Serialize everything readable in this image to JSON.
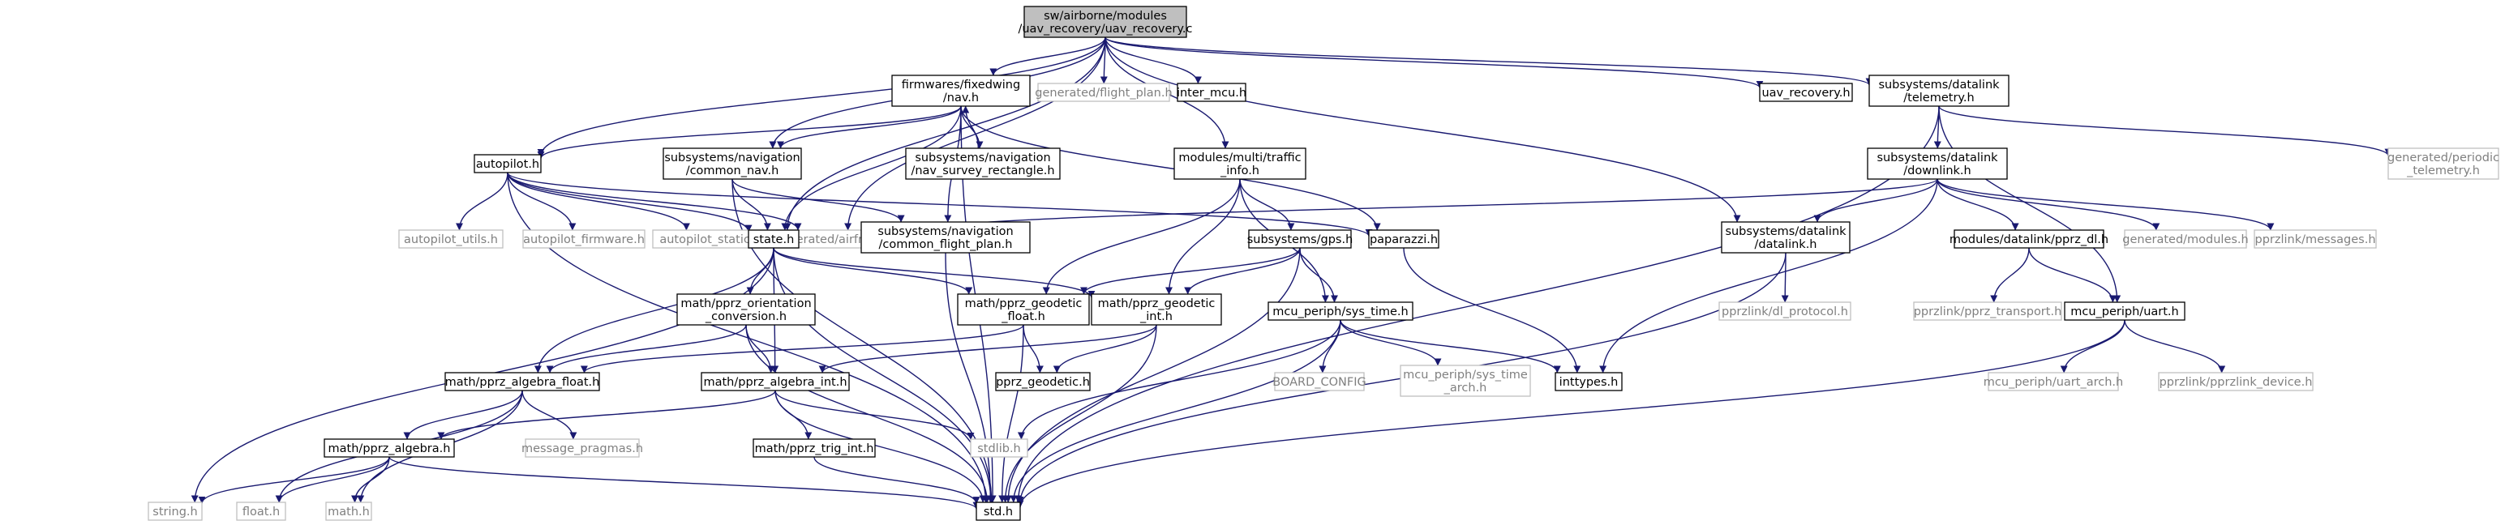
{
  "colors": {
    "edge": "#191970",
    "root_fill": "#bfbfbf",
    "node_fill": "#ffffff",
    "node_border": "#000000",
    "external_border": "#bfbfbf",
    "external_text": "#808080",
    "text": "#000000"
  },
  "nodes": [
    {
      "id": "root",
      "lines": [
        "sw/airborne/modules",
        "/uav_recovery/uav_recovery.c"
      ],
      "style": "root"
    },
    {
      "id": "fw_nav",
      "lines": [
        "firmwares/fixedwing",
        "/nav.h"
      ],
      "style": "local"
    },
    {
      "id": "gen_flight_plan",
      "lines": [
        "generated/flight_plan.h"
      ],
      "style": "external"
    },
    {
      "id": "inter_mcu",
      "lines": [
        "inter_mcu.h"
      ],
      "style": "local"
    },
    {
      "id": "uav_recovery_h",
      "lines": [
        "uav_recovery.h"
      ],
      "style": "local"
    },
    {
      "id": "telemetry",
      "lines": [
        "subsystems/datalink",
        "/telemetry.h"
      ],
      "style": "local"
    },
    {
      "id": "periodic_tel",
      "lines": [
        "generated/periodic",
        "_telemetry.h"
      ],
      "style": "external"
    },
    {
      "id": "autopilot",
      "lines": [
        "autopilot.h"
      ],
      "style": "local"
    },
    {
      "id": "common_nav",
      "lines": [
        "subsystems/navigation",
        "/common_nav.h"
      ],
      "style": "local"
    },
    {
      "id": "nav_survey",
      "lines": [
        "subsystems/navigation",
        "/nav_survey_rectangle.h"
      ],
      "style": "local"
    },
    {
      "id": "traffic_info",
      "lines": [
        "modules/multi/traffic",
        "_info.h"
      ],
      "style": "local"
    },
    {
      "id": "downlink",
      "lines": [
        "subsystems/datalink",
        "/downlink.h"
      ],
      "style": "local"
    },
    {
      "id": "ap_utils",
      "lines": [
        "autopilot_utils.h"
      ],
      "style": "external"
    },
    {
      "id": "ap_firmware",
      "lines": [
        "autopilot_firmware.h"
      ],
      "style": "external"
    },
    {
      "id": "ap_static",
      "lines": [
        "autopilot_static.h"
      ],
      "style": "external"
    },
    {
      "id": "gen_airframe",
      "lines": [
        "generated/airframe.h"
      ],
      "style": "external"
    },
    {
      "id": "state",
      "lines": [
        "state.h"
      ],
      "style": "local"
    },
    {
      "id": "common_fp",
      "lines": [
        "subsystems/navigation",
        "/common_flight_plan.h"
      ],
      "style": "local"
    },
    {
      "id": "gps",
      "lines": [
        "subsystems/gps.h"
      ],
      "style": "local"
    },
    {
      "id": "paparazzi",
      "lines": [
        "paparazzi.h"
      ],
      "style": "local"
    },
    {
      "id": "datalink",
      "lines": [
        "subsystems/datalink",
        "/datalink.h"
      ],
      "style": "local"
    },
    {
      "id": "pprz_dl",
      "lines": [
        "modules/datalink/pprz_dl.h"
      ],
      "style": "local"
    },
    {
      "id": "gen_modules",
      "lines": [
        "generated/modules.h"
      ],
      "style": "external"
    },
    {
      "id": "pprzlink_msgs",
      "lines": [
        "pprzlink/messages.h"
      ],
      "style": "external"
    },
    {
      "id": "orient_conv",
      "lines": [
        "math/pprz_orientation",
        "_conversion.h"
      ],
      "style": "local"
    },
    {
      "id": "geo_float",
      "lines": [
        "math/pprz_geodetic",
        "_float.h"
      ],
      "style": "local"
    },
    {
      "id": "geo_int",
      "lines": [
        "math/pprz_geodetic",
        "_int.h"
      ],
      "style": "local"
    },
    {
      "id": "sys_time",
      "lines": [
        "mcu_periph/sys_time.h"
      ],
      "style": "local"
    },
    {
      "id": "dl_protocol",
      "lines": [
        "pprzlink/dl_protocol.h"
      ],
      "style": "external"
    },
    {
      "id": "pprz_transport",
      "lines": [
        "pprzlink/pprz_transport.h"
      ],
      "style": "external"
    },
    {
      "id": "uart",
      "lines": [
        "mcu_periph/uart.h"
      ],
      "style": "local"
    },
    {
      "id": "alg_float",
      "lines": [
        "math/pprz_algebra_float.h"
      ],
      "style": "local"
    },
    {
      "id": "alg_int",
      "lines": [
        "math/pprz_algebra_int.h"
      ],
      "style": "local"
    },
    {
      "id": "pprz_geodetic",
      "lines": [
        "pprz_geodetic.h"
      ],
      "style": "local"
    },
    {
      "id": "board_config",
      "lines": [
        "BOARD_CONFIG"
      ],
      "style": "external"
    },
    {
      "id": "sys_time_arch",
      "lines": [
        "mcu_periph/sys_time",
        "_arch.h"
      ],
      "style": "external"
    },
    {
      "id": "inttypes",
      "lines": [
        "inttypes.h"
      ],
      "style": "local"
    },
    {
      "id": "uart_arch",
      "lines": [
        "mcu_periph/uart_arch.h"
      ],
      "style": "external"
    },
    {
      "id": "pprzlink_device",
      "lines": [
        "pprzlink/pprzlink_device.h"
      ],
      "style": "external"
    },
    {
      "id": "msg_pragmas",
      "lines": [
        "message_pragmas.h"
      ],
      "style": "external"
    },
    {
      "id": "algebra",
      "lines": [
        "math/pprz_algebra.h"
      ],
      "style": "local"
    },
    {
      "id": "trig_int",
      "lines": [
        "math/pprz_trig_int.h"
      ],
      "style": "local"
    },
    {
      "id": "stdlib",
      "lines": [
        "stdlib.h"
      ],
      "style": "external"
    },
    {
      "id": "string_h",
      "lines": [
        "string.h"
      ],
      "style": "external"
    },
    {
      "id": "float_h",
      "lines": [
        "float.h"
      ],
      "style": "external"
    },
    {
      "id": "math_h",
      "lines": [
        "math.h"
      ],
      "style": "external"
    },
    {
      "id": "std_h",
      "lines": [
        "std.h"
      ],
      "style": "local"
    }
  ],
  "edges": [
    [
      "root",
      "fw_nav"
    ],
    [
      "root",
      "gen_flight_plan"
    ],
    [
      "root",
      "inter_mcu"
    ],
    [
      "root",
      "uav_recovery_h"
    ],
    [
      "root",
      "telemetry"
    ],
    [
      "root",
      "autopilot"
    ],
    [
      "root",
      "common_nav"
    ],
    [
      "root",
      "traffic_info"
    ],
    [
      "root",
      "state"
    ],
    [
      "root",
      "gen_airframe"
    ],
    [
      "root",
      "datalink"
    ],
    [
      "fw_nav",
      "autopilot"
    ],
    [
      "fw_nav",
      "common_nav"
    ],
    [
      "fw_nav",
      "nav_survey"
    ],
    [
      "fw_nav",
      "state"
    ],
    [
      "fw_nav",
      "common_fp"
    ],
    [
      "fw_nav",
      "paparazzi"
    ],
    [
      "fw_nav",
      "std_h"
    ],
    [
      "nav_survey",
      "fw_nav"
    ],
    [
      "autopilot",
      "ap_utils"
    ],
    [
      "autopilot",
      "ap_firmware"
    ],
    [
      "autopilot",
      "ap_static"
    ],
    [
      "autopilot",
      "gen_airframe"
    ],
    [
      "autopilot",
      "state"
    ],
    [
      "autopilot",
      "paparazzi"
    ],
    [
      "autopilot",
      "std_h"
    ],
    [
      "common_nav",
      "state"
    ],
    [
      "common_nav",
      "common_fp"
    ],
    [
      "common_nav",
      "std_h"
    ],
    [
      "common_fp",
      "std_h"
    ],
    [
      "telemetry",
      "downlink"
    ],
    [
      "telemetry",
      "periodic_tel"
    ],
    [
      "telemetry",
      "uart"
    ],
    [
      "telemetry",
      "std_h"
    ],
    [
      "downlink",
      "gen_airframe"
    ],
    [
      "downlink",
      "datalink"
    ],
    [
      "downlink",
      "pprz_dl"
    ],
    [
      "downlink",
      "gen_modules"
    ],
    [
      "downlink",
      "pprzlink_msgs"
    ],
    [
      "downlink",
      "inttypes"
    ],
    [
      "traffic_info",
      "gps"
    ],
    [
      "traffic_info",
      "geo_float"
    ],
    [
      "traffic_info",
      "geo_int"
    ],
    [
      "traffic_info",
      "sys_time"
    ],
    [
      "gps",
      "geo_float"
    ],
    [
      "gps",
      "geo_int"
    ],
    [
      "gps",
      "sys_time"
    ],
    [
      "gps",
      "std_h"
    ],
    [
      "paparazzi",
      "inttypes"
    ],
    [
      "datalink",
      "dl_protocol"
    ],
    [
      "datalink",
      "std_h"
    ],
    [
      "pprz_dl",
      "pprz_transport"
    ],
    [
      "pprz_dl",
      "uart"
    ],
    [
      "uart",
      "uart_arch"
    ],
    [
      "uart",
      "pprzlink_device"
    ],
    [
      "uart",
      "std_h"
    ],
    [
      "state",
      "orient_conv"
    ],
    [
      "state",
      "geo_float"
    ],
    [
      "state",
      "geo_int"
    ],
    [
      "state",
      "alg_float"
    ],
    [
      "state",
      "alg_int"
    ],
    [
      "state",
      "string_h"
    ],
    [
      "state",
      "std_h"
    ],
    [
      "orient_conv",
      "alg_float"
    ],
    [
      "orient_conv",
      "alg_int"
    ],
    [
      "orient_conv",
      "std_h"
    ],
    [
      "geo_float",
      "pprz_geodetic"
    ],
    [
      "geo_float",
      "alg_float"
    ],
    [
      "geo_float",
      "std_h"
    ],
    [
      "geo_int",
      "pprz_geodetic"
    ],
    [
      "geo_int",
      "alg_int"
    ],
    [
      "geo_int",
      "std_h"
    ],
    [
      "sys_time",
      "board_config"
    ],
    [
      "sys_time",
      "sys_time_arch"
    ],
    [
      "sys_time",
      "inttypes"
    ],
    [
      "sys_time",
      "stdlib"
    ],
    [
      "sys_time",
      "std_h"
    ],
    [
      "alg_float",
      "algebra"
    ],
    [
      "alg_float",
      "msg_pragmas"
    ],
    [
      "alg_float",
      "float_h"
    ],
    [
      "alg_float",
      "math_h"
    ],
    [
      "alg_int",
      "algebra"
    ],
    [
      "alg_int",
      "trig_int"
    ],
    [
      "alg_int",
      "stdlib"
    ],
    [
      "alg_int",
      "std_h"
    ],
    [
      "algebra",
      "string_h"
    ],
    [
      "algebra",
      "float_h"
    ],
    [
      "algebra",
      "math_h"
    ],
    [
      "algebra",
      "std_h"
    ],
    [
      "trig_int",
      "std_h"
    ]
  ]
}
